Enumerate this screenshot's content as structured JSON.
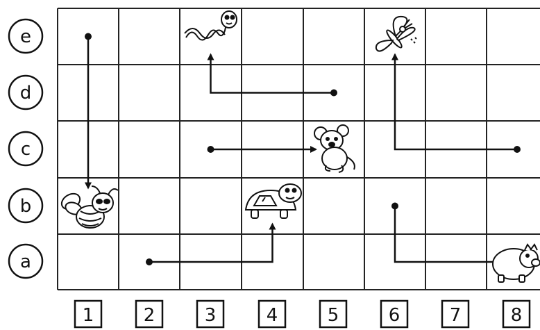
{
  "grid": {
    "rows": [
      "e",
      "d",
      "c",
      "b",
      "a"
    ],
    "columns": [
      "1",
      "2",
      "3",
      "4",
      "5",
      "6",
      "7",
      "8"
    ]
  },
  "animals": [
    {
      "name": "worm-icon",
      "row": "e",
      "column": "3"
    },
    {
      "name": "butterfly-icon",
      "row": "e",
      "column": "6"
    },
    {
      "name": "mouse-icon",
      "row": "c",
      "column": "5"
    },
    {
      "name": "bee-icon",
      "row": "b",
      "column": "1"
    },
    {
      "name": "turtle-icon",
      "row": "b",
      "column": "4"
    },
    {
      "name": "pig-icon",
      "row": "a",
      "column": "8"
    }
  ],
  "paths": [
    {
      "target": "bee",
      "points": [
        [
          "1",
          "e"
        ],
        [
          "1",
          "b"
        ]
      ]
    },
    {
      "target": "worm",
      "points": [
        [
          "5",
          "d"
        ],
        [
          "3",
          "d"
        ],
        [
          "3",
          "e"
        ]
      ]
    },
    {
      "target": "mouse",
      "points": [
        [
          "3",
          "c"
        ],
        [
          "5",
          "c"
        ]
      ]
    },
    {
      "target": "butterfly",
      "points": [
        [
          "8",
          "c"
        ],
        [
          "6",
          "c"
        ],
        [
          "6",
          "e"
        ]
      ]
    },
    {
      "target": "turtle",
      "points": [
        [
          "2",
          "a"
        ],
        [
          "4",
          "a"
        ],
        [
          "4",
          "b"
        ]
      ]
    },
    {
      "target": "pig",
      "points": [
        [
          "6",
          "b"
        ],
        [
          "6",
          "a"
        ],
        [
          "8",
          "a"
        ]
      ]
    }
  ],
  "colors": {
    "ink": "#111111",
    "paper": "#ffffff"
  }
}
